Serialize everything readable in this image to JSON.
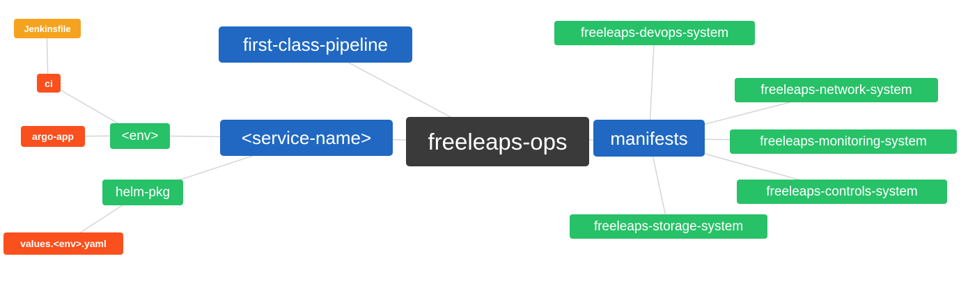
{
  "diagram": {
    "type": "mindmap",
    "root_label": "freeleaps-ops",
    "colors": {
      "root": "#3a3a3a",
      "branch": "#2068c2",
      "green": "#27c168",
      "red": "#f9501e",
      "orange": "#f5a31f",
      "edge": "#d5d5d5"
    },
    "nodes": {
      "root": {
        "label": "freeleaps-ops"
      },
      "pipeline": {
        "label": "first-class-pipeline"
      },
      "service": {
        "label": "<service-name>"
      },
      "manifests": {
        "label": "manifests"
      },
      "env": {
        "label": "<env>"
      },
      "helm": {
        "label": "helm-pkg"
      },
      "ci": {
        "label": "ci"
      },
      "jenkinsfile": {
        "label": "Jenkinsfile"
      },
      "argo": {
        "label": "argo-app"
      },
      "values": {
        "label": "values.<env>.yaml"
      },
      "devops": {
        "label": "freeleaps-devops-system"
      },
      "network": {
        "label": "freeleaps-network-system"
      },
      "monitoring": {
        "label": "freeleaps-monitoring-system"
      },
      "controls": {
        "label": "freeleaps-controls-system"
      },
      "storage": {
        "label": "freeleaps-storage-system"
      }
    },
    "edges": [
      [
        "root",
        "pipeline"
      ],
      [
        "root",
        "service"
      ],
      [
        "root",
        "manifests"
      ],
      [
        "service",
        "env"
      ],
      [
        "service",
        "helm"
      ],
      [
        "env",
        "ci"
      ],
      [
        "env",
        "argo"
      ],
      [
        "ci",
        "jenkinsfile"
      ],
      [
        "helm",
        "values"
      ],
      [
        "manifests",
        "devops"
      ],
      [
        "manifests",
        "network"
      ],
      [
        "manifests",
        "monitoring"
      ],
      [
        "manifests",
        "controls"
      ],
      [
        "manifests",
        "storage"
      ]
    ]
  }
}
